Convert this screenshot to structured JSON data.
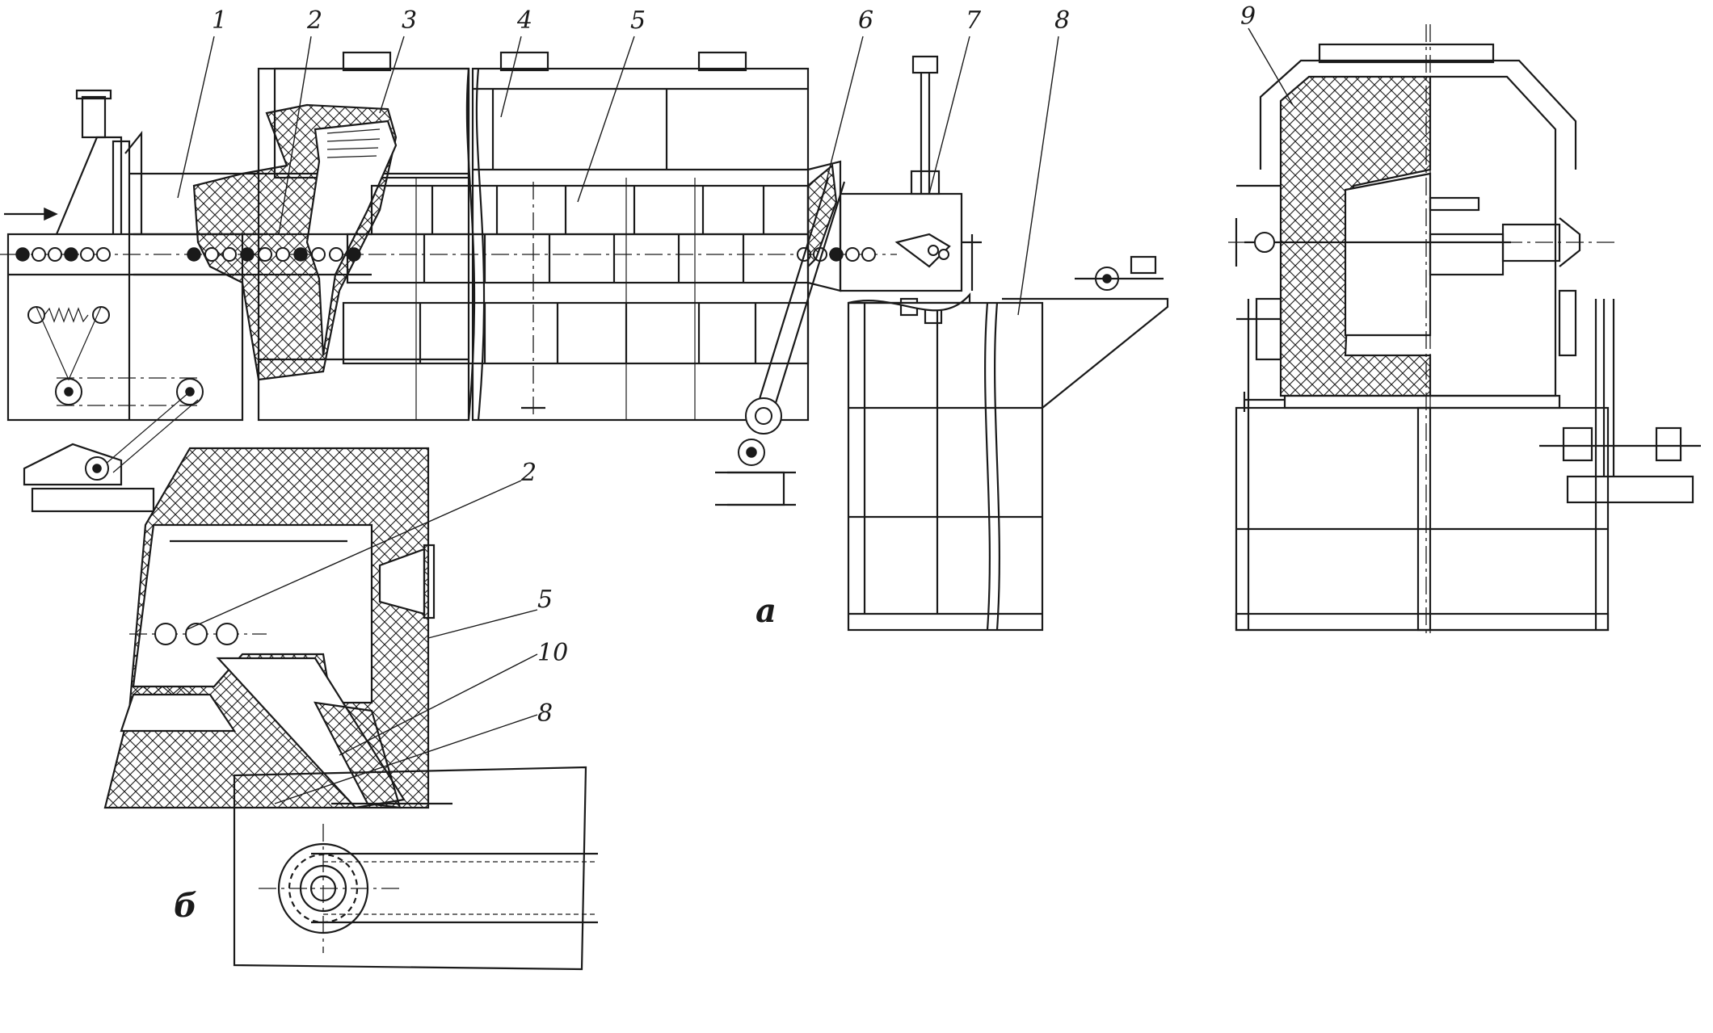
{
  "callouts": [
    "1",
    "2",
    "3",
    "4",
    "5",
    "6",
    "7",
    "8",
    "9"
  ],
  "detail_callouts": [
    "2",
    "5",
    "10",
    "8"
  ],
  "section_labels": {
    "a": "а",
    "b": "б"
  },
  "colors": {
    "ink": "#1a1a1a",
    "paper": "#ffffff"
  }
}
